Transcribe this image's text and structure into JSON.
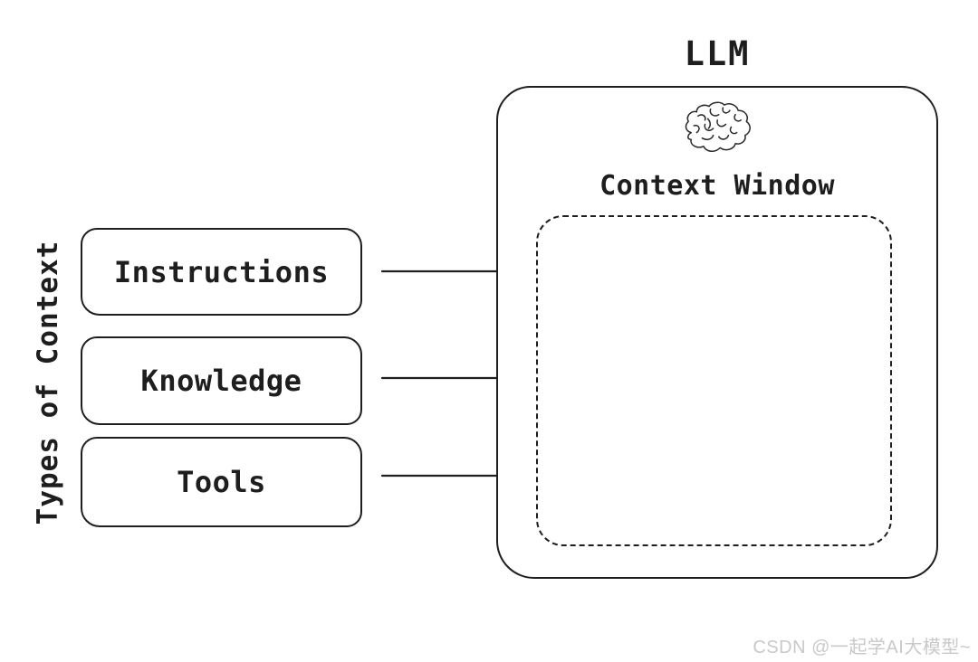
{
  "diagram": {
    "side_label": "Types of Context",
    "context_boxes": [
      {
        "label": "Instructions"
      },
      {
        "label": "Knowledge"
      },
      {
        "label": "Tools"
      }
    ],
    "llm": {
      "title": "LLM",
      "icon": "brain-icon",
      "context_window_label": "Context Window"
    },
    "arrows": [
      {
        "from": "Instructions",
        "to": "Context Window"
      },
      {
        "from": "Knowledge",
        "to": "Context Window"
      },
      {
        "from": "Tools",
        "to": "Context Window"
      }
    ],
    "watermark": "CSDN @一起学AI大模型~",
    "colors": {
      "stroke": "#1e1e1e",
      "background": "#ffffff",
      "watermark": "#c9c9c9"
    }
  }
}
